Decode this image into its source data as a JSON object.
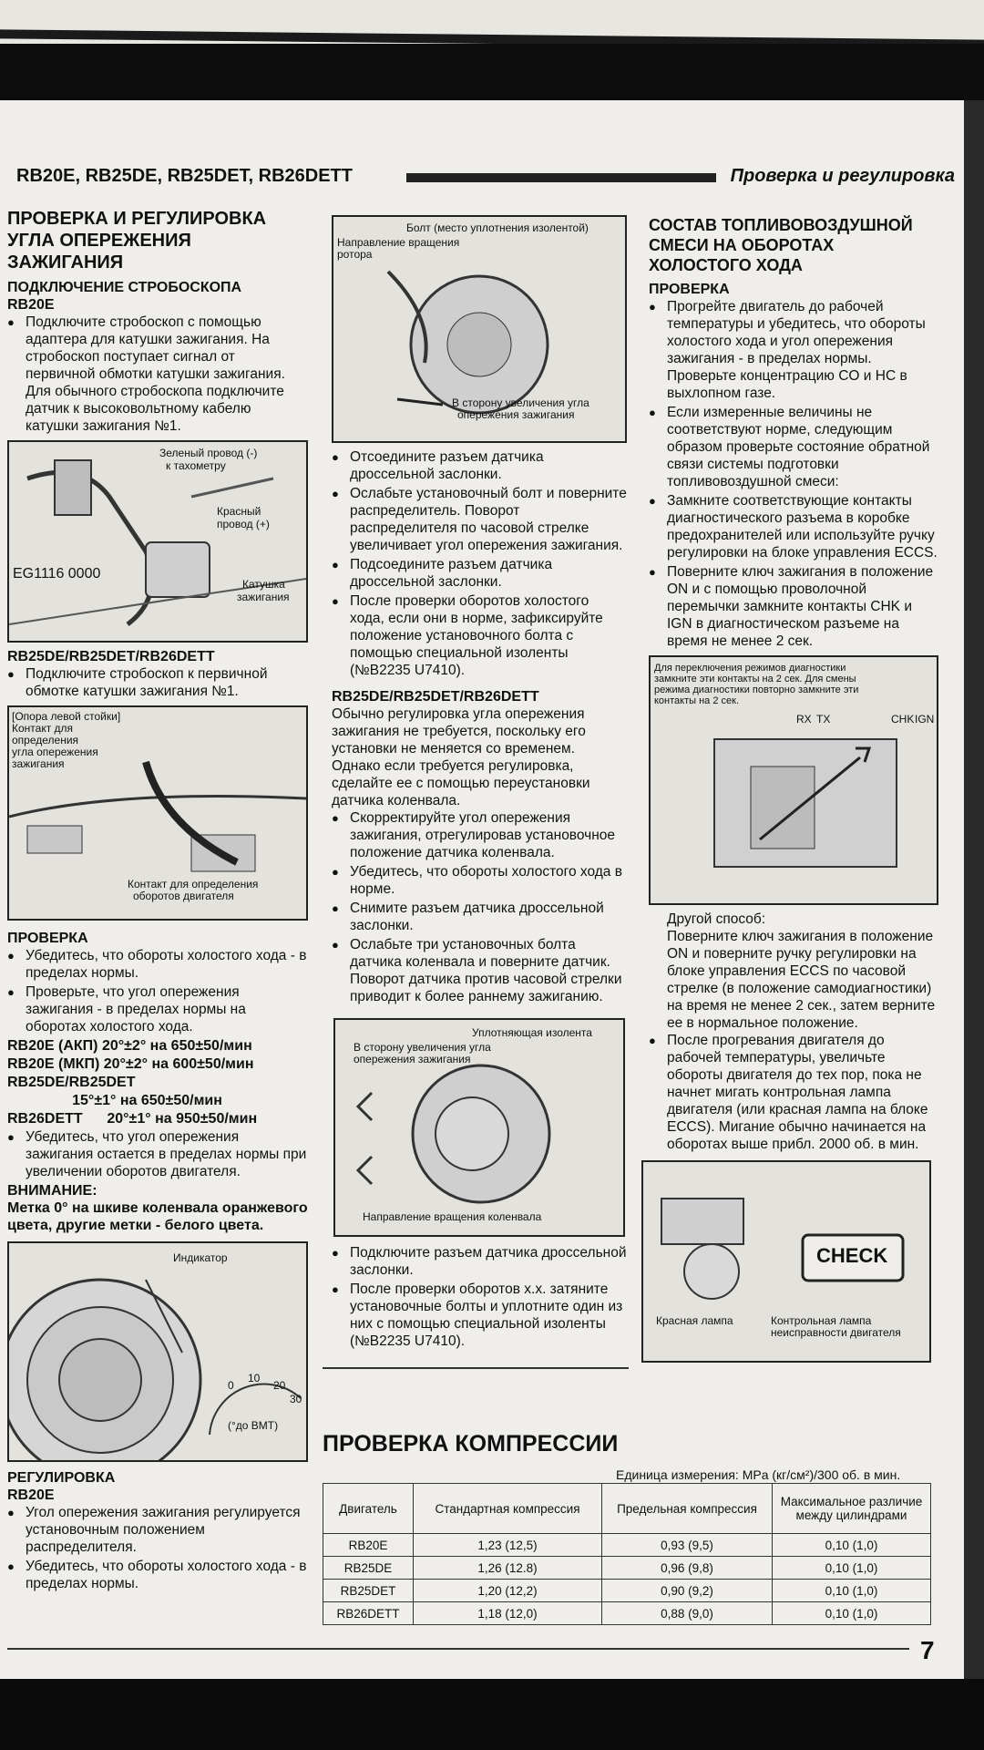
{
  "header": {
    "models": "RB20E, RB25DE, RB25DET, RB26DETT",
    "section": "Проверка и регулировка"
  },
  "left": {
    "title": "ПРОВЕРКА И РЕГУЛИРОВКА УГЛА ОПЕРЕЖЕНИЯ ЗАЖИГАНИЯ",
    "sub1": "ПОДКЛЮЧЕНИЕ СТРОБОСКОПА",
    "sub1_model": "RB20E",
    "p1": "Подключите стробоскоп с помощью адаптера для катушки зажигания. На стробоскоп поступает сигнал от первичной обмотки катушки зажигания. Для обычного стробоскопа подключите датчик к высоковольтному кабелю катушки зажигания №1.",
    "fig1": {
      "l1": "Зеленый провод (-)",
      "l2": "к тахометру",
      "l3": "Красный",
      "l4": "провод (+)",
      "l5": "Катушка",
      "l6": "зажигания",
      "code": "EG1116 0000"
    },
    "sub2_model": "RB25DE/RB25DET/RB26DETT",
    "p2": "Подключите стробоскоп к первичной обмотке катушки зажигания №1.",
    "fig2": {
      "l1": "[Опора левой стойки]",
      "l2": "Контакт для",
      "l3": "определения",
      "l4": "угла опережения",
      "l5": "зажигания",
      "l6": "Контакт для определения",
      "l7": "оборотов двигателя"
    },
    "check_title": "ПРОВЕРКА",
    "c1": "Убедитесь, что обороты холостого хода - в пределах нормы.",
    "c2": "Проверьте, что угол опережения зажигания - в пределах нормы на оборотах холостого хода.",
    "spec1": "RB20E (АКП) 20°±2° на 650±50/мин",
    "spec2": "RB20E (МКП) 20°±2° на 600±50/мин",
    "spec3": "RB25DE/RB25DET",
    "spec4": "                15°±1° на 650±50/мин",
    "spec5": "RB26DETT      20°±1° на 950±50/мин",
    "c3": "Убедитесь, что угол опережения зажигания остается в пределах нормы при увеличении оборотов двигателя.",
    "attention": "ВНИМАНИЕ:",
    "attention_text": "Метка 0° на шкиве коленвала оранжевого цвета, другие метки - белого цвета.",
    "fig3": {
      "l1": "Индикатор",
      "l2": "(°до ВМТ)",
      "t0": "0",
      "t10": "10",
      "t20": "20",
      "t30": "30"
    },
    "adj_title": "РЕГУЛИРОВКА",
    "adj_model": "RB20E",
    "a1": "Угол опережения зажигания регулируется установочным положением распределителя.",
    "a2": "Убедитесь, что обороты холостого хода - в пределах нормы."
  },
  "middle": {
    "fig": {
      "l1": "Болт (место уплотнения изолентой)",
      "l2": "Направление вращения",
      "l3": "ротора",
      "l4": "В сторону увеличения угла",
      "l5": "опережения зажигания"
    },
    "m1": "Отсоедините разъем датчика дроссельной заслонки.",
    "m2": "Ослабьте установочный болт и поверните распределитель. Поворот распределителя по часовой стрелке увеличивает угол опережения зажигания.",
    "m3": "Подсоедините разъем датчика дроссельной заслонки.",
    "m4": "После проверки оборотов холостого хода, если они в норме, зафиксируйте положение установочного болта с помощью специальной изоленты (№В2235 U7410).",
    "sub_model": "RB25DE/RB25DET/RB26DETT",
    "p1": "Обычно регулировка угла опережения зажигания не требуется, поскольку его установки не меняется со временем. Однако если требуется регулировка, сделайте ее с помощью переустановки датчика коленвала.",
    "m5": "Скорректируйте угол опережения зажигания, отрегулировав установочное положение датчика коленвала.",
    "m6": "Убедитесь, что обороты холостого хода в норме.",
    "m7": "Снимите разъем датчика дроссельной заслонки.",
    "m8": "Ослабьте три установочных болта датчика коленвала и поверните датчик. Поворот датчика против часовой стрелки приводит к более раннему зажиганию.",
    "fig2": {
      "l1": "Уплотняющая изолента",
      "l2": "В сторону увеличения угла",
      "l3": "опережения зажигания",
      "l4": "Направление вращения коленвала"
    },
    "m9": "Подключите разъем датчика дроссельной заслонки.",
    "m10": "После проверки оборотов х.х. затяните установочные болты и уплотните один из них с помощью специальной изоленты (№В2235 U7410)."
  },
  "right": {
    "title": "СОСТАВ ТОПЛИВОВОЗДУШНОЙ СМЕСИ НА ОБОРОТАХ ХОЛОСТОГО ХОДА",
    "check": "ПРОВЕРКА",
    "r1": "Прогрейте двигатель до рабочей температуры и убедитесь, что обороты холостого хода и угол опережения зажигания - в пределах нормы. Проверьте концентрацию CO и HC в выхлопном газе.",
    "r2": "Если измеренные величины не соответствуют норме, следующим образом проверьте состояние обратной связи системы подготовки топливовоздушной смеси:",
    "r3": "Замкните соответствующие контакты диагностического разъема в коробке предохранителей или используйте ручку регулировки на блоке управления ECCS.",
    "r4": "Поверните ключ зажигания в положение ON и с помощью проволочной перемычки замкните контакты CHK и IGN в диагностическом разъеме на время не менее 2 сек.",
    "fig": {
      "l1": "Для переключения режимов диагностики",
      "l2": "замкните эти контакты на 2 сек. Для смены",
      "l3": "режима диагностики повторно замкните эти",
      "l4": "контакты на 2 сек.",
      "c1": "RX",
      "c2": "TX",
      "c3": "CHK",
      "c4": "IGN"
    },
    "other": "Другой способ:",
    "other_text": "Поверните ключ зажигания в положение ON и поверните ручку регулировки на блоке управления ECCS по часовой стрелке (в положение самодиагностики) на время не менее 2 сек., затем верните ее в нормальное положение.",
    "r5": "После прогревания двигателя до рабочей температуры, увеличьте обороты двигателя до тех пор, пока не начнет мигать контрольная лампа двигателя (или красная лампа на блоке ECCS). Мигание обычно начинается на оборотах выше прибл. 2000 об. в мин.",
    "fig2": {
      "check": "CHECK",
      "l1": "Красная лампа",
      "l2": "Контрольная лампа",
      "l3": "неисправности двигателя"
    }
  },
  "compression": {
    "title": "ПРОВЕРКА КОМПРЕССИИ",
    "unit": "Единица измерения: MPa (кг/см²)/300 об. в мин.",
    "headers": [
      "Двигатель",
      "Стандартная компрессия",
      "Предельная компрессия",
      "Максимальное различие между цилиндрами"
    ],
    "rows": [
      [
        "RB20E",
        "1,23 (12,5)",
        "0,93 (9,5)",
        "0,10 (1,0)"
      ],
      [
        "RB25DE",
        "1,26 (12.8)",
        "0,96 (9,8)",
        "0,10 (1,0)"
      ],
      [
        "RB25DET",
        "1,20 (12,2)",
        "0,90 (9,2)",
        "0,10 (1,0)"
      ],
      [
        "RB26DETT",
        "1,18 (12,0)",
        "0,88 (9,0)",
        "0,10 (1,0)"
      ]
    ]
  },
  "page_number": "7"
}
